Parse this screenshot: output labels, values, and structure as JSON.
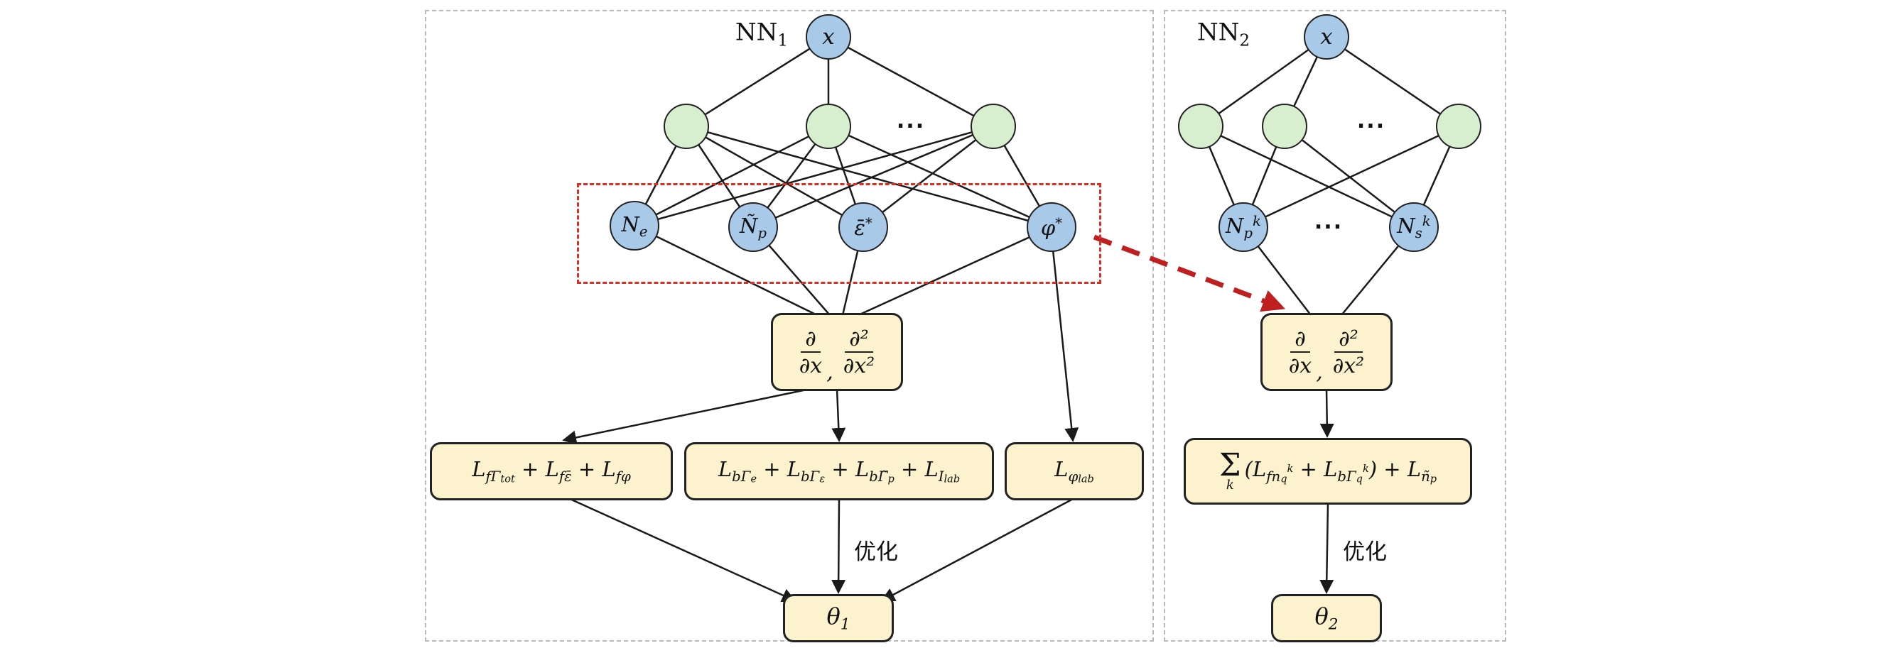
{
  "colors": {
    "node_blue": "#a9c9e9",
    "node_green": "#d8efcf",
    "box_yellow": "#fcf2cd",
    "edge_black": "#1a1a1a",
    "highlight_red": "#d93025",
    "arrow_red": "#bf1f1f",
    "panel_border_gray": "#b8b8b8",
    "background": "#ffffff"
  },
  "shared": {
    "dots": "···",
    "deriv": {
      "num1": "∂",
      "den1": "∂x",
      "comma": ",",
      "num2": "∂²",
      "den2": "∂x²"
    },
    "optimize": "优化"
  },
  "nn1": {
    "title": [
      [
        "n",
        "NN"
      ],
      [
        "d",
        "1"
      ]
    ],
    "input_label": "x",
    "outputs": {
      "ne": [
        [
          "n",
          "N"
        ],
        [
          "d",
          "e"
        ]
      ],
      "np": [
        [
          "n",
          "Ñ"
        ],
        [
          "d",
          "p"
        ]
      ],
      "eps": [
        [
          "n",
          "ε̄"
        ],
        [
          "u",
          "*"
        ]
      ],
      "phi": [
        [
          "n",
          "φ"
        ],
        [
          "u",
          "*"
        ]
      ]
    },
    "loss_f": [
      [
        "n",
        "L"
      ],
      [
        "d",
        "f"
      ],
      [
        "d",
        "Γ"
      ],
      [
        "dd",
        "tot"
      ],
      [
        "n",
        " + "
      ],
      [
        "n",
        "L"
      ],
      [
        "d",
        "f"
      ],
      [
        "d",
        "ε̄"
      ],
      [
        "n",
        " + "
      ],
      [
        "n",
        "L"
      ],
      [
        "d",
        "f"
      ],
      [
        "d",
        "φ"
      ]
    ],
    "loss_b": [
      [
        "n",
        "L"
      ],
      [
        "d",
        "b"
      ],
      [
        "d",
        "Γ"
      ],
      [
        "dd",
        "e"
      ],
      [
        "n",
        " + "
      ],
      [
        "n",
        "L"
      ],
      [
        "d",
        "b"
      ],
      [
        "d",
        "Γ"
      ],
      [
        "dd",
        "ε"
      ],
      [
        "n",
        " + "
      ],
      [
        "n",
        "L"
      ],
      [
        "d",
        "b"
      ],
      [
        "d",
        "Γ̃"
      ],
      [
        "dd",
        "p"
      ],
      [
        "n",
        " + "
      ],
      [
        "n",
        "L"
      ],
      [
        "d",
        "I"
      ],
      [
        "dd",
        "lab"
      ]
    ],
    "loss_phi": [
      [
        "n",
        "L"
      ],
      [
        "d",
        "φ"
      ],
      [
        "dd",
        "lab"
      ]
    ],
    "theta": [
      [
        "n",
        "θ"
      ],
      [
        "d",
        "1"
      ]
    ]
  },
  "nn2": {
    "title": [
      [
        "n",
        "NN"
      ],
      [
        "d",
        "2"
      ]
    ],
    "input_label": "x",
    "outputs": {
      "npk": [
        [
          "n",
          "N"
        ],
        [
          "d",
          "p"
        ],
        [
          "u",
          "k"
        ]
      ],
      "nsk": [
        [
          "n",
          "N"
        ],
        [
          "d",
          "s"
        ],
        [
          "u",
          "k"
        ]
      ]
    },
    "loss_sigma": "Σ",
    "loss_sigma_sub": "k",
    "loss_terms": [
      [
        "n",
        "("
      ],
      [
        "n",
        "L"
      ],
      [
        "d",
        "f"
      ],
      [
        "d",
        "n"
      ],
      [
        "dd",
        "q"
      ],
      [
        "du",
        "k"
      ],
      [
        "n",
        " + "
      ],
      [
        "n",
        "L"
      ],
      [
        "d",
        "b"
      ],
      [
        "d",
        "Γ"
      ],
      [
        "dd",
        "q"
      ],
      [
        "du",
        "k"
      ],
      [
        "n",
        ")"
      ],
      [
        "n",
        " + "
      ],
      [
        "n",
        "L"
      ],
      [
        "d",
        "ñ"
      ],
      [
        "dd",
        "p"
      ]
    ],
    "theta": [
      [
        "n",
        "θ"
      ],
      [
        "d",
        "2"
      ]
    ]
  }
}
